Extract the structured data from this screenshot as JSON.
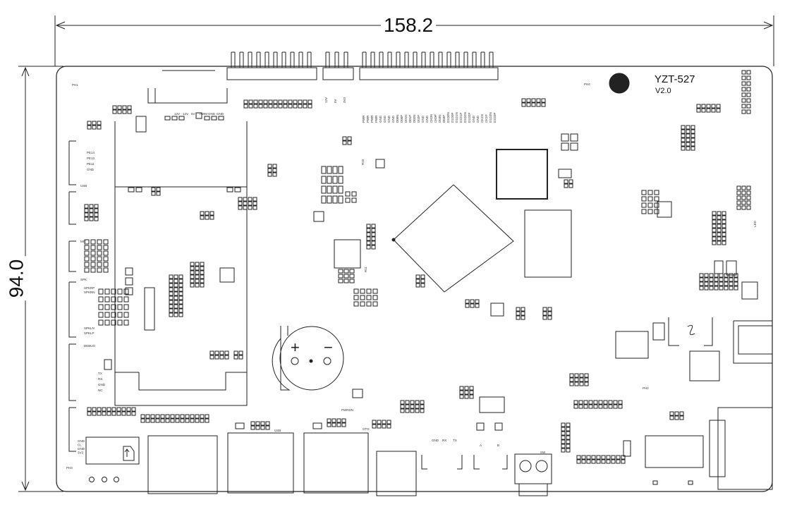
{
  "dimensions": {
    "width": "158.2",
    "height": "94.0"
  },
  "board": {
    "model": "YZT-527",
    "version": "V2.0"
  },
  "colors": {
    "line": "#222222",
    "background": "#ffffff"
  },
  "header_top_labels": [
    "12V",
    "5V",
    "3V3"
  ],
  "header_pins_row1": [
    "PWR",
    "PWR",
    "GND",
    "GND",
    "D00N",
    "D01N",
    "D02N",
    "GND",
    "CK0N",
    "D03N",
    "D1D0N",
    "D1D1N",
    "D1D2N",
    "GND",
    "CK1N",
    "D1D3N"
  ],
  "header_pins_row2": [
    "PWR",
    "PWR",
    "GND",
    "GND",
    "D00P",
    "D01P",
    "D02P",
    "GND",
    "CK0P",
    "D03P",
    "D1D0P",
    "D1D1P",
    "D1D2P",
    "GND",
    "CK1P",
    "D1D3P"
  ],
  "fan_labels": [
    "12V",
    "12V",
    "5V",
    "PWM",
    "GND",
    "GND"
  ],
  "left_labels": {
    "group1": [
      "PE14",
      "PE13",
      "PE11",
      "GND"
    ],
    "usb": "USB",
    "mic": "MIC",
    "spk": "SPK",
    "speaker": [
      "SPKRP",
      "SPKRN",
      "SPKLN",
      "SPKLP"
    ],
    "debug": "DEBUG",
    "uart": [
      "TX",
      "RX",
      "GND",
      "NC"
    ],
    "can": [
      "GND",
      "CL",
      "GND",
      "3V3"
    ]
  },
  "mounting_holes": [
    "PH1",
    "PH2",
    "PH3",
    "PH4"
  ],
  "usb_label": "USB",
  "otg_label": "OTG",
  "pwrdn_label": "PWRDN",
  "uart_labels": [
    "GND",
    "RX",
    "TX"
  ],
  "ab_labels": [
    "A",
    "B"
  ],
  "sw_label": "SW",
  "misc_labels": {
    "r10": "R10",
    "r11": "R11",
    "led": "LED"
  }
}
